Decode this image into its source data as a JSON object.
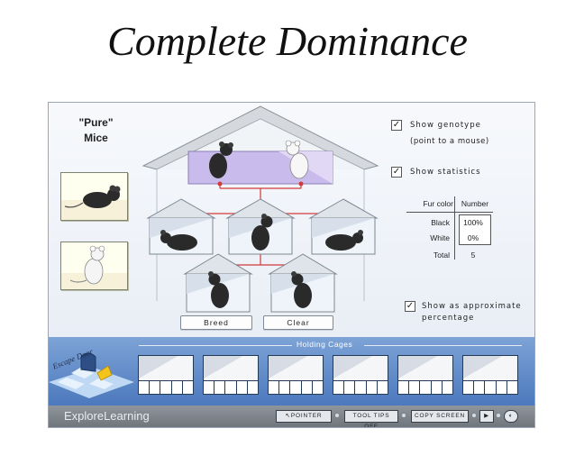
{
  "slide": {
    "title": "Complete Dominance"
  },
  "pure_mice": {
    "title_line1": "\"Pure\"",
    "title_line2": "Mice",
    "cards": [
      {
        "mouse": "black"
      },
      {
        "mouse": "white"
      }
    ]
  },
  "options": {
    "show_genotype": {
      "label": "Show genotype",
      "checked": true
    },
    "genotype_hint": "(point to a mouse)",
    "show_statistics": {
      "label": "Show statistics",
      "checked": true
    },
    "show_percentage": {
      "label_line1": "Show as approximate",
      "label_line2": "percentage",
      "checked": true
    }
  },
  "statistics": {
    "header_color": "Fur color",
    "header_number": "Number",
    "rows": [
      {
        "label": "Black",
        "value": "100%"
      },
      {
        "label": "White",
        "value": "0%"
      }
    ],
    "total_label": "Total",
    "total_value": "5"
  },
  "actions": {
    "breed": "Breed",
    "clear": "Clear"
  },
  "parents": [
    {
      "mouse": "black"
    },
    {
      "mouse": "white"
    }
  ],
  "offspring": [
    {
      "mouse": "black"
    },
    {
      "mouse": "black"
    },
    {
      "mouse": "black"
    },
    {
      "mouse": "black"
    },
    {
      "mouse": "black"
    }
  ],
  "holding_cages": {
    "label": "Holding Cages",
    "cages": [
      {
        "contents": ""
      },
      {
        "contents": ""
      },
      {
        "contents": ""
      },
      {
        "contents": ""
      },
      {
        "contents": ""
      },
      {
        "contents": ""
      }
    ]
  },
  "escape_door": {
    "label": "Escape Door"
  },
  "footer": {
    "brand": "ExploreLearning",
    "pointer": "POINTER",
    "tooltips": "TOOL TIPS OFF",
    "copy_screen": "COPY SCREEN"
  },
  "colors": {
    "accent_blue": "#5b86c6",
    "connector_red": "#d23a3a",
    "parent_room": "#c7b8e8",
    "footer_gray": "#7d838a"
  },
  "icons": [
    "checkbox-checked-icon",
    "pointer-arrow-icon",
    "play-icon",
    "contrast-icon",
    "mouse-icon",
    "cheese-icon"
  ]
}
